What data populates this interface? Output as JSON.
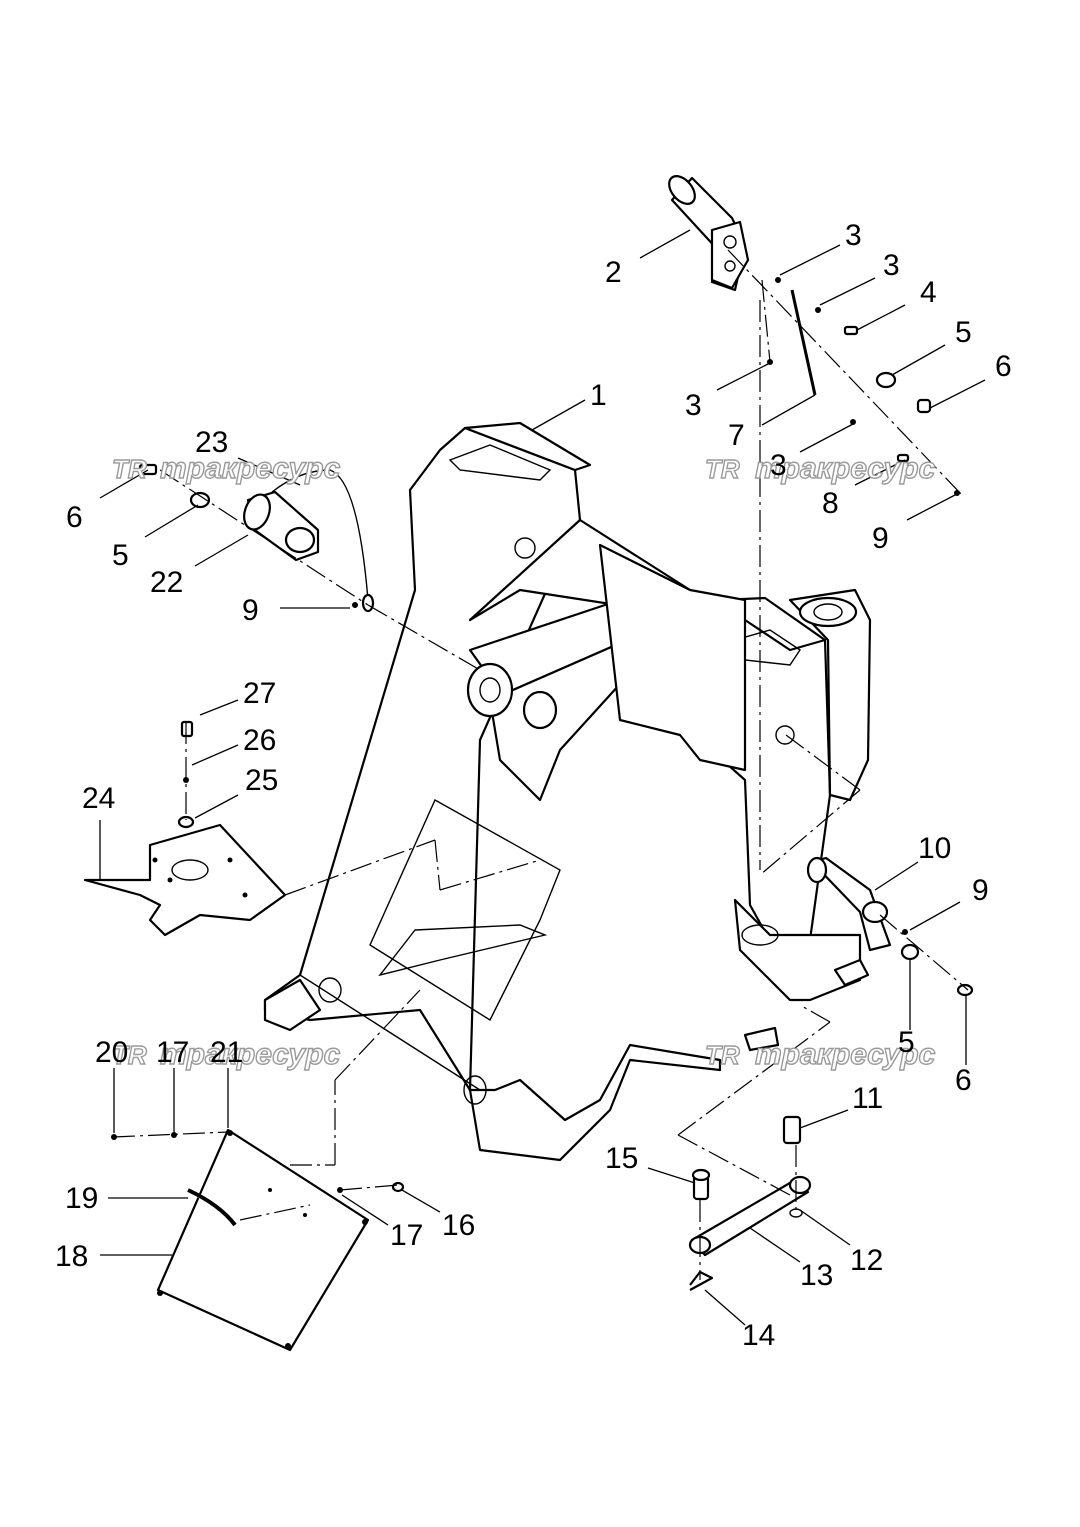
{
  "diagram": {
    "callouts": [
      "1",
      "2",
      "3",
      "3",
      "3",
      "3",
      "4",
      "5",
      "6",
      "7",
      "8",
      "9",
      "6",
      "5",
      "22",
      "23",
      "9",
      "27",
      "26",
      "25",
      "24",
      "10",
      "9",
      "5",
      "6",
      "11",
      "12",
      "13",
      "14",
      "15",
      "16",
      "17",
      "18",
      "19",
      "20",
      "17",
      "21"
    ],
    "watermark": {
      "logo": "TR",
      "text": "тракресурс"
    }
  }
}
